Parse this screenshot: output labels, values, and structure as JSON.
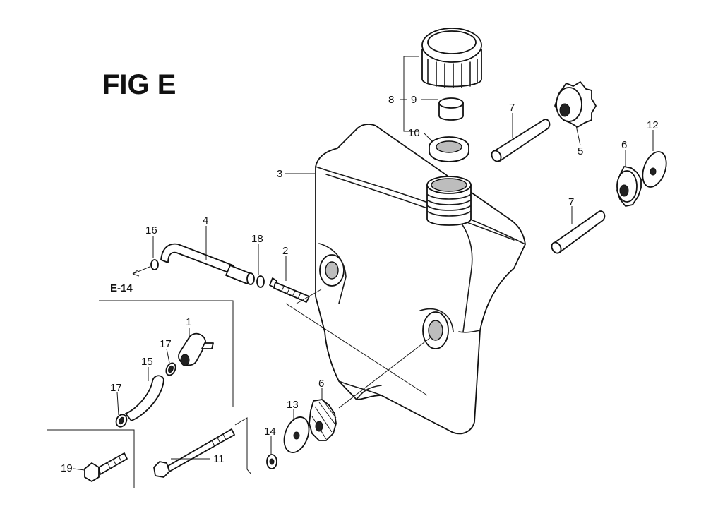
{
  "diagram": {
    "title": "FIG E",
    "reference": "E-14",
    "callouts": {
      "c1": "1",
      "c2": "2",
      "c3": "3",
      "c4": "4",
      "c5": "5",
      "c6a": "6",
      "c6b": "6",
      "c7a": "7",
      "c7b": "7",
      "c8": "8",
      "c9": "9",
      "c10": "10",
      "c11": "11",
      "c12": "12",
      "c13": "13",
      "c14": "14",
      "c15": "15",
      "c16": "16",
      "c17a": "17",
      "c17b": "17",
      "c18": "18",
      "c19": "19"
    }
  }
}
